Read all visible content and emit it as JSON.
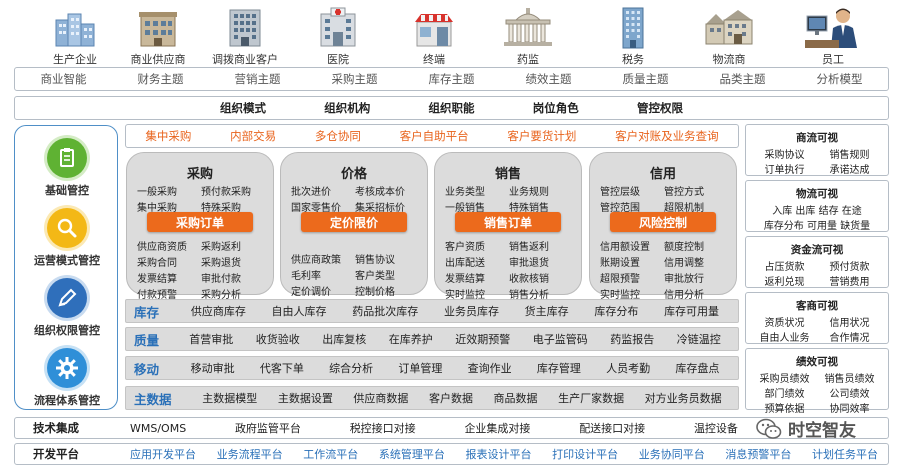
{
  "top_icons": [
    {
      "label": "生产企业",
      "icon": "factory-buildings-icon"
    },
    {
      "label": "商业供应商",
      "icon": "commercial-building-icon"
    },
    {
      "label": "调拨商业客户",
      "icon": "office-building-icon"
    },
    {
      "label": "医院",
      "icon": "hospital-icon"
    },
    {
      "label": "终端",
      "icon": "shop-icon"
    },
    {
      "label": "药监",
      "icon": "government-building-icon"
    },
    {
      "label": "税务",
      "icon": "tower-building-icon"
    },
    {
      "label": "物流商",
      "icon": "warehouse-icon"
    },
    {
      "label": "员工",
      "icon": "employee-icon"
    }
  ],
  "themes": [
    "商业智能",
    "财务主题",
    "营销主题",
    "采购主题",
    "库存主题",
    "绩效主题",
    "质量主题",
    "品类主题",
    "分析模型"
  ],
  "org": [
    "组织模式",
    "组织机构",
    "组织职能",
    "岗位角色",
    "管控权限"
  ],
  "left_panel": [
    {
      "label": "基础管控",
      "icon": "clipboard-icon",
      "color": "#5fb233"
    },
    {
      "label": "运营模式管控",
      "icon": "magnifier-icon",
      "color": "#f3b816"
    },
    {
      "label": "组织权限管控",
      "icon": "pen-icon",
      "color": "#2f6fbb"
    },
    {
      "label": "流程体系管控",
      "icon": "gear-icon",
      "color": "#2f8fd8"
    }
  ],
  "top_services": [
    "集中采购",
    "内部交易",
    "多仓协同",
    "客户自助平台",
    "客户要货计划",
    "客户对账及业务查询"
  ],
  "modules": [
    {
      "title": "采购",
      "upper": [
        "一般采购",
        "预付款采购",
        "集中采购",
        "特殊采购"
      ],
      "button": "采购订单",
      "lower": [
        "供应商资质",
        "采购返利",
        "采购合同",
        "采购退货",
        "发票结算",
        "审批付款",
        "付款预警",
        "采购分析"
      ]
    },
    {
      "title": "价格",
      "upper": [
        "批次进价",
        "考核成本价",
        "国家零售价",
        "集采招标价"
      ],
      "button": "定价限价",
      "lower": [
        "供应商政策",
        "销售协议",
        "毛利率",
        "客户类型",
        "定价调价",
        "控制价格"
      ]
    },
    {
      "title": "销售",
      "upper": [
        "业务类型",
        "业务规则",
        "一般销售",
        "特殊销售"
      ],
      "button": "销售订单",
      "lower": [
        "客户资质",
        "销售返利",
        "出库配送",
        "审批退货",
        "发票结算",
        "收款核销",
        "实时监控",
        "销售分析"
      ]
    },
    {
      "title": "信用",
      "upper": [
        "管控层级",
        "管控方式",
        "管控范围",
        "超限机制"
      ],
      "button": "风险控制",
      "lower": [
        "信用额设置",
        "额度控制",
        "账期设置",
        "信用调整",
        "超限预警",
        "审批放行",
        "实时监控",
        "信用分析"
      ]
    }
  ],
  "rows": [
    {
      "title": "库存",
      "items": [
        "供应商库存",
        "自由人库存",
        "药品批次库存",
        "业务员库存",
        "货主库存",
        "库存分布",
        "库存可用量"
      ]
    },
    {
      "title": "质量",
      "items": [
        "首营审批",
        "收货验收",
        "出库复核",
        "在库养护",
        "近效期预警",
        "电子监管码",
        "药监报告",
        "冷链温控"
      ]
    },
    {
      "title": "移动",
      "items": [
        "移动审批",
        "代客下单",
        "综合分析",
        "订单管理",
        "查询作业",
        "库存管理",
        "人员考勤",
        "库存盘点"
      ]
    },
    {
      "title": "主数据",
      "items": [
        "主数据模型",
        "主数据设置",
        "供应商数据",
        "客户数据",
        "商品数据",
        "生产厂家数据",
        "对方业务员数据"
      ]
    }
  ],
  "viz": [
    {
      "title": "商流可视",
      "items": [
        "采购协议",
        "销售规则",
        "订单执行",
        "承诺达成"
      ]
    },
    {
      "title": "物流可视",
      "items": [
        "入库",
        "出库",
        "结存",
        "在途",
        "库存分布",
        "可用量",
        "缺货量"
      ]
    },
    {
      "title": "资金流可视",
      "items": [
        "占压货款",
        "预付货款",
        "返利兑现",
        "营销费用"
      ]
    },
    {
      "title": "客商可视",
      "items": [
        "资质状况",
        "信用状况",
        "自由人业务",
        "合作情况"
      ]
    },
    {
      "title": "绩效可视",
      "items": [
        "采购员绩效",
        "销售员绩效",
        "部门绩效",
        "公司绩效",
        "预算依据",
        "协同效率"
      ]
    }
  ],
  "tech": {
    "title": "技术集成",
    "items": [
      "WMS/OMS",
      "政府监管平台",
      "税控接口对接",
      "企业集成对接",
      "配送接口对接",
      "温控设备"
    ]
  },
  "dev": {
    "title": "开发平台",
    "items": [
      "应用开发平台",
      "业务流程平台",
      "工作流平台",
      "系统管理平台",
      "报表设计平台",
      "打印设计平台",
      "业务协同平台",
      "消息预警平台",
      "计划任务平台"
    ]
  },
  "watermark": "时空智友"
}
